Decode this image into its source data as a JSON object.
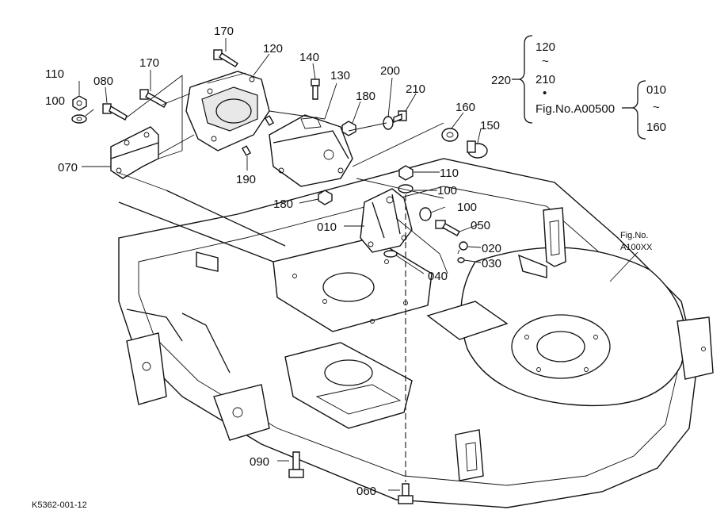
{
  "drawing_code": "K5362-001-12",
  "callouts": [
    {
      "id": "170a",
      "text": "170"
    },
    {
      "id": "120a",
      "text": "120"
    },
    {
      "id": "170b",
      "text": "170"
    },
    {
      "id": "140",
      "text": "140"
    },
    {
      "id": "130",
      "text": "130"
    },
    {
      "id": "200",
      "text": "200"
    },
    {
      "id": "210",
      "text": "210"
    },
    {
      "id": "110a",
      "text": "110"
    },
    {
      "id": "080",
      "text": "080"
    },
    {
      "id": "100a",
      "text": "100"
    },
    {
      "id": "180a",
      "text": "180"
    },
    {
      "id": "160",
      "text": "160"
    },
    {
      "id": "150",
      "text": "150"
    },
    {
      "id": "070",
      "text": "070"
    },
    {
      "id": "190",
      "text": "190"
    },
    {
      "id": "110b",
      "text": "110"
    },
    {
      "id": "100b",
      "text": "100"
    },
    {
      "id": "180b",
      "text": "180"
    },
    {
      "id": "100c",
      "text": "100"
    },
    {
      "id": "010",
      "text": "010"
    },
    {
      "id": "050",
      "text": "050"
    },
    {
      "id": "020",
      "text": "020"
    },
    {
      "id": "030",
      "text": "030"
    },
    {
      "id": "040",
      "text": "040"
    },
    {
      "id": "090",
      "text": "090"
    },
    {
      "id": "060",
      "text": "060"
    }
  ],
  "assembly_group": {
    "label": "220",
    "range_start": "120",
    "tilde": "~",
    "range_end": "210",
    "bullet": "•",
    "fig_ref": "Fig.No.A00500",
    "sub_start": "010",
    "sub_tilde": "~",
    "sub_end": "160"
  },
  "fig_reference": {
    "line1": "Fig.No.",
    "line2": "A100XX"
  }
}
